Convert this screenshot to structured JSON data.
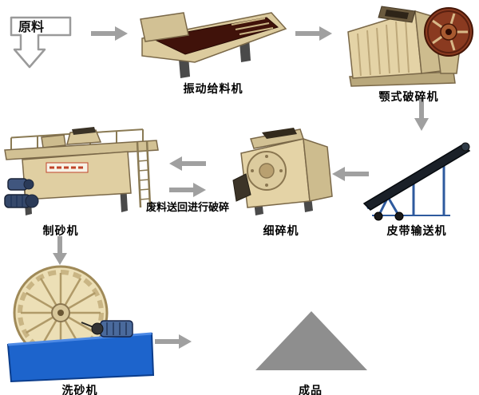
{
  "diagram": {
    "type": "process-flow",
    "nodes": [
      {
        "id": "raw-material",
        "label": "原料"
      },
      {
        "id": "vibrating-feeder",
        "label": "振动给料机"
      },
      {
        "id": "jaw-crusher",
        "label": "颚式破碎机"
      },
      {
        "id": "belt-conveyor",
        "label": "皮带输送机"
      },
      {
        "id": "fine-crusher",
        "label": "细碎机"
      },
      {
        "id": "sand-maker",
        "label": "制砂机"
      },
      {
        "id": "sand-washer",
        "label": "洗砂机"
      },
      {
        "id": "finished-product",
        "label": "成品"
      }
    ],
    "edges": [
      {
        "from": "raw-material",
        "to": "vibrating-feeder",
        "direction": "right"
      },
      {
        "from": "vibrating-feeder",
        "to": "jaw-crusher",
        "direction": "right"
      },
      {
        "from": "jaw-crusher",
        "to": "belt-conveyor",
        "direction": "down"
      },
      {
        "from": "belt-conveyor",
        "to": "fine-crusher",
        "direction": "left"
      },
      {
        "from": "fine-crusher",
        "to": "sand-maker",
        "direction": "left"
      },
      {
        "from": "sand-maker",
        "to": "fine-crusher",
        "direction": "right",
        "label": "废料送回进行破碎"
      },
      {
        "from": "sand-maker",
        "to": "sand-washer",
        "direction": "down"
      },
      {
        "from": "sand-washer",
        "to": "finished-product",
        "direction": "right"
      }
    ],
    "colors": {
      "arrow": "#a0a0a0",
      "outline_gray": "#9a9a9a",
      "machine_beige": "#e4d3a6",
      "machine_beige_dark": "#cdbc8e",
      "hopper_maroon": "#40120a",
      "flywheel_red": "#8a3a20",
      "conveyor_belt": "#1a2028",
      "frame_blue": "#2e5a9e",
      "washer_blue": "#1d64cc",
      "washer_wheel": "#ecdfb6",
      "product_gray": "#8e8e8e",
      "label_text": "#000000"
    }
  }
}
